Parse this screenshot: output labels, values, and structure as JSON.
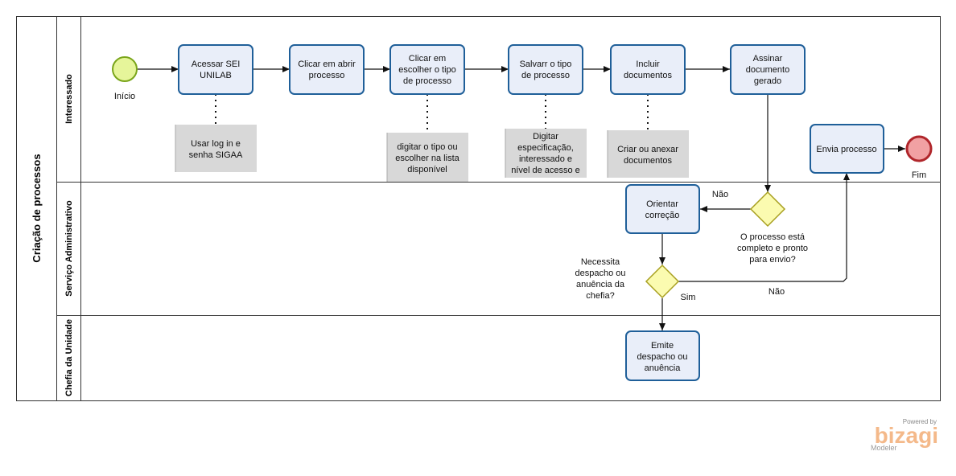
{
  "pool": {
    "title": "Criação de processos"
  },
  "lanes": [
    {
      "title": "Interessado"
    },
    {
      "title": "Serviço Administrativo"
    },
    {
      "title": "Chefia da Unidade"
    }
  ],
  "events": {
    "start": {
      "label": "Início"
    },
    "end": {
      "label": "Fim"
    }
  },
  "tasks": {
    "t1": [
      "Acessar  SEI",
      "UNILAB"
    ],
    "t2": [
      "Clicar em abrir",
      "processo"
    ],
    "t3": [
      "Clicar em",
      "escolher o tipo",
      "de processo"
    ],
    "t4": [
      "Salvarr o tipo",
      "de processo"
    ],
    "t5": [
      "Incluir",
      "documentos"
    ],
    "t6": [
      "Assinar",
      "documento",
      "gerado"
    ],
    "t7": [
      "Envia processo"
    ],
    "t8": [
      "Orientar",
      "correção"
    ],
    "t9": [
      "Emite",
      "despacho ou",
      "anuência"
    ]
  },
  "notes": {
    "n1": [
      "Usar log in e",
      "senha SIGAA"
    ],
    "n2": [
      "digitar o tipo ou",
      "escolher na lista",
      "disponível"
    ],
    "n3": [
      "Digitar",
      "especificação,",
      "interessado e",
      "nível de acesso e"
    ],
    "n4": [
      "Criar ou anexar",
      "documentos"
    ]
  },
  "gateways": {
    "g1": {
      "question": [
        "O processo está",
        "completo e pronto",
        "para envio?"
      ]
    },
    "g2": {
      "question": [
        "Necessita",
        "despacho ou",
        "anuência da",
        "chefia?"
      ]
    }
  },
  "flow_labels": {
    "g1_no": "Não",
    "g2_no": "Não",
    "g2_yes": "Sim"
  },
  "branding": {
    "powered_by": "Powered by",
    "name": "bizagi",
    "product": "Modeler"
  },
  "colors": {
    "task_fill": "#e9eef9",
    "task_stroke": "#1f5f99",
    "start_fill": "#e6f59a",
    "start_stroke": "#7aa51a",
    "end_fill": "#f1a1a3",
    "end_stroke": "#b0262b",
    "gateway_fill": "#fbfbb0",
    "gateway_stroke": "#a8a020",
    "note_fill": "#d8d8d8",
    "brand": "#f4b98a"
  }
}
